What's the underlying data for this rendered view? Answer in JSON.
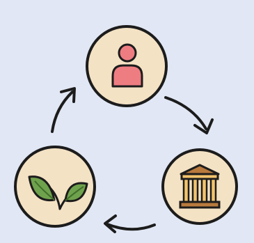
{
  "diagram": {
    "type": "cycle",
    "nodes": [
      {
        "id": "person",
        "icon": "person-icon",
        "label": ""
      },
      {
        "id": "institution",
        "icon": "bank-building-icon",
        "label": ""
      },
      {
        "id": "nature",
        "icon": "leaves-icon",
        "label": ""
      }
    ],
    "edges": [
      {
        "from": "person",
        "to": "institution",
        "icon": "arrow-icon"
      },
      {
        "from": "institution",
        "to": "nature",
        "icon": "arrow-icon"
      },
      {
        "from": "nature",
        "to": "person",
        "icon": "arrow-icon"
      }
    ],
    "colors": {
      "background": "#e1e7f4",
      "node_fill": "#f4e2c4",
      "outline": "#1c1c1c",
      "person": "#ee7d82",
      "building_light": "#f3c46c",
      "building_dark": "#b97a3c",
      "leaf": "#6fa24c",
      "leaf_dark": "#3f6e2c"
    }
  }
}
